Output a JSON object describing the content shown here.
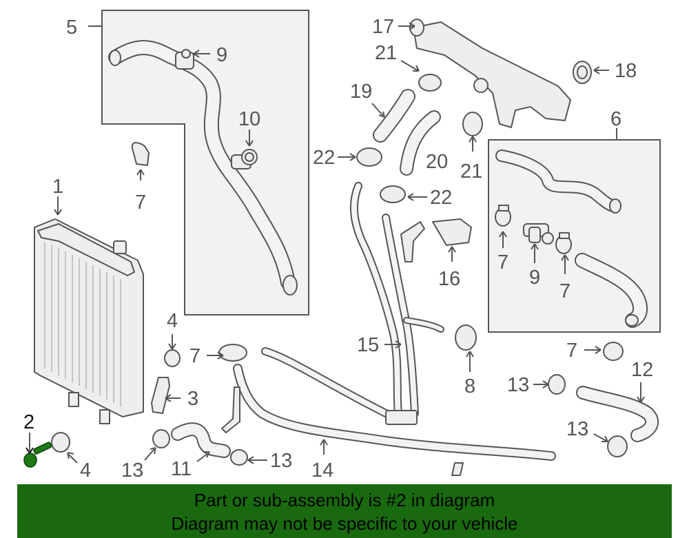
{
  "diagram": {
    "callouts": {
      "c1": "1",
      "c2": "2",
      "c3": "3",
      "c4a": "4",
      "c4b": "4",
      "c5": "5",
      "c6": "6",
      "c7a": "7",
      "c7b": "7",
      "c7c": "7",
      "c7d": "7",
      "c7e": "7",
      "c8": "8",
      "c9a": "9",
      "c9b": "9",
      "c10": "10",
      "c11": "11",
      "c12": "12",
      "c13a": "13",
      "c13b": "13",
      "c13c": "13",
      "c13d": "13",
      "c14": "14",
      "c15": "15",
      "c16": "16",
      "c17": "17",
      "c18": "18",
      "c19": "19",
      "c20": "20",
      "c21a": "21",
      "c21b": "21",
      "c22a": "22",
      "c22b": "22"
    },
    "highlight_color": "#196a0f"
  },
  "banner": {
    "line1": "Part or sub-assembly is #2 in diagram",
    "line2": "Diagram may not be specific to your vehicle"
  }
}
